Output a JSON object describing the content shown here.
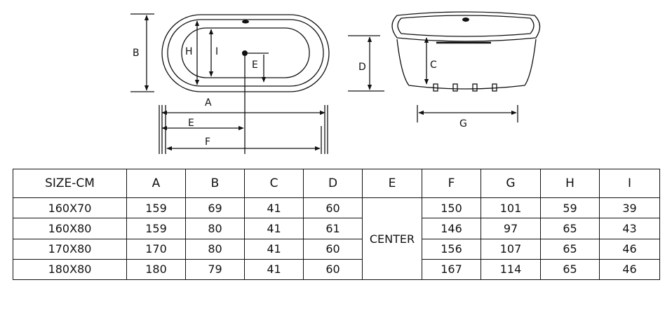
{
  "diagram": {
    "top_view_labels": {
      "b": "B",
      "h": "H",
      "i": "I",
      "e_vertical": "E",
      "a": "A",
      "e": "E",
      "f": "F"
    },
    "side_view_labels": {
      "d": "D",
      "c": "C",
      "g": "G"
    }
  },
  "table": {
    "headers": [
      "SIZE-CM",
      "A",
      "B",
      "C",
      "D",
      "E",
      "F",
      "G",
      "H",
      "I"
    ],
    "e_value": "CENTER",
    "rows": [
      {
        "size": "160X70",
        "a": "159",
        "b": "69",
        "c": "41",
        "d": "60",
        "f": "150",
        "g": "101",
        "h": "59",
        "i": "39"
      },
      {
        "size": "160X80",
        "a": "159",
        "b": "80",
        "c": "41",
        "d": "61",
        "f": "146",
        "g": "97",
        "h": "65",
        "i": "43"
      },
      {
        "size": "170X80",
        "a": "170",
        "b": "80",
        "c": "41",
        "d": "60",
        "f": "156",
        "g": "107",
        "h": "65",
        "i": "46"
      },
      {
        "size": "180X80",
        "a": "180",
        "b": "79",
        "c": "41",
        "d": "60",
        "f": "167",
        "g": "114",
        "h": "65",
        "i": "46"
      }
    ]
  }
}
